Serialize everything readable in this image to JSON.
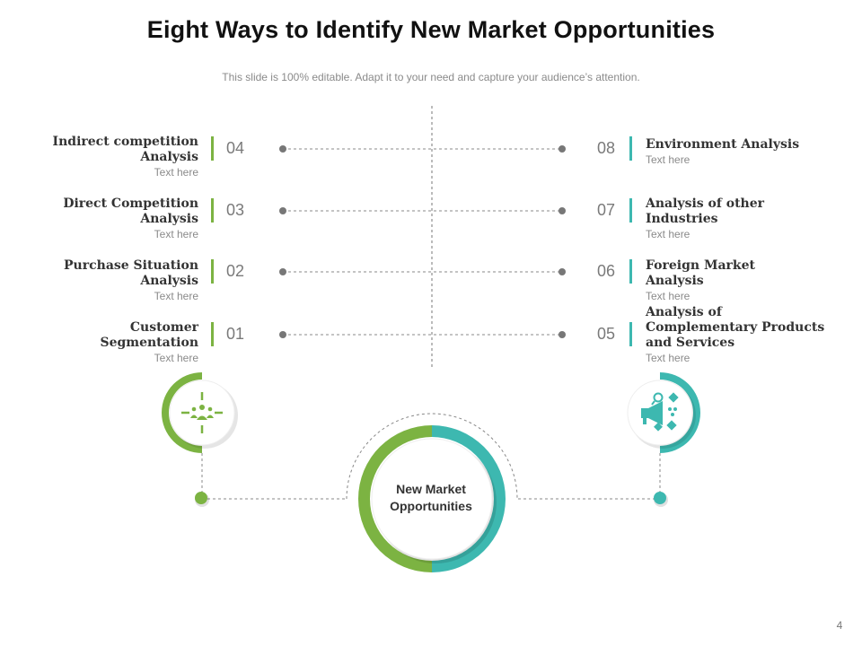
{
  "title": "Eight Ways to Identify New Market Opportunities",
  "subtitle": "This slide is 100% editable. Adapt it to your need and capture your audience’s attention.",
  "colors": {
    "green": "#7cb342",
    "teal": "#3db8b0",
    "text": "#333333",
    "muted": "#8a8a8a"
  },
  "center": {
    "label_line1": "New Market",
    "label_line2": "Opportunities"
  },
  "left_items": [
    {
      "number": "04",
      "heading_line1": "Indirect competition",
      "heading_line2": "Analysis",
      "sub": "Text here"
    },
    {
      "number": "03",
      "heading_line1": "Direct Competition",
      "heading_line2": "Analysis",
      "sub": "Text here"
    },
    {
      "number": "02",
      "heading_line1": "Purchase Situation",
      "heading_line2": "Analysis",
      "sub": "Text here"
    },
    {
      "number": "01",
      "heading_line1": "Customer",
      "heading_line2": "Segmentation",
      "sub": "Text here"
    }
  ],
  "right_items": [
    {
      "number": "08",
      "heading_line1": "Environment Analysis",
      "heading_line2": "",
      "heading_line3": "",
      "sub": "Text here"
    },
    {
      "number": "07",
      "heading_line1": "Analysis of other",
      "heading_line2": "Industries",
      "heading_line3": "",
      "sub": "Text here"
    },
    {
      "number": "06",
      "heading_line1": "Foreign Market",
      "heading_line2": "Analysis",
      "heading_line3": "",
      "sub": "Text here"
    },
    {
      "number": "05",
      "heading_line1": "Analysis of",
      "heading_line2": "Complementary Products",
      "heading_line3": "and Services",
      "sub": "Text here"
    }
  ],
  "icons": {
    "left": "customer-target-icon",
    "right": "marketing-megaphone-icon"
  },
  "page_number": "4"
}
